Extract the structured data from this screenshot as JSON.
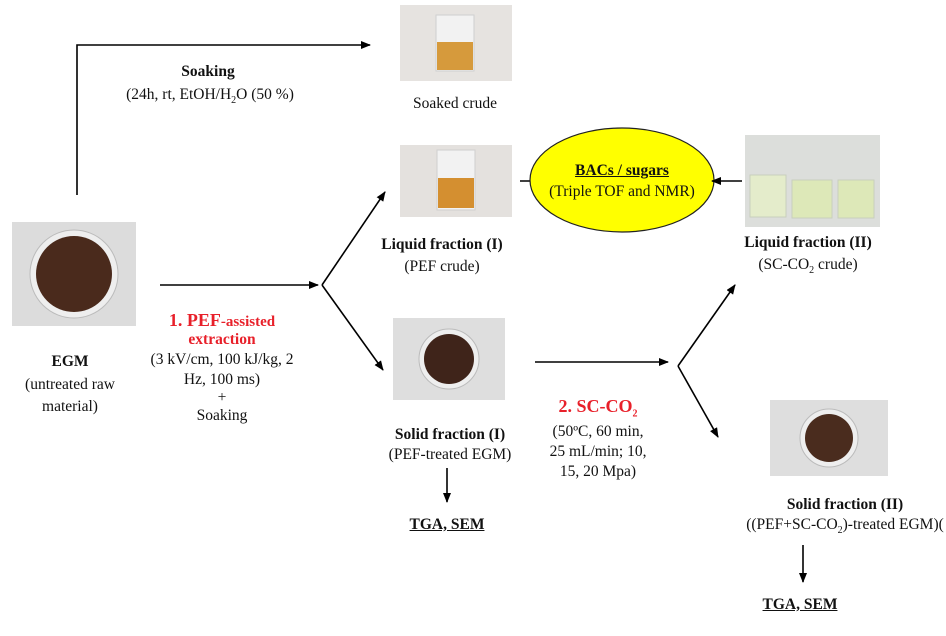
{
  "colors": {
    "ellipse_fill": "#ffff00",
    "highlight": "#e8202a",
    "arrow": "#000000"
  },
  "soaking": {
    "title": "Soaking",
    "conditions_pre": "(24h, rt, EtOH/H",
    "conditions_sub": "2",
    "conditions_post": "O (50 %)"
  },
  "soaked_crude": {
    "label": "Soaked crude"
  },
  "egm": {
    "title": "EGM",
    "line1": "(untreated raw",
    "line2": "material)"
  },
  "pef": {
    "title_num": "1. PEF",
    "title_rest": "-assisted",
    "title2": "extraction",
    "line1": "(3 kV/cm, 100 kJ/kg, 2",
    "line2": "Hz, 100 ms)",
    "plus": "+",
    "line3": "Soaking"
  },
  "liquid1": {
    "title": "Liquid fraction (I)",
    "subtitle": "(PEF crude)"
  },
  "bacs": {
    "title": "BACs / sugars",
    "subtitle": "(Triple TOF and NMR)"
  },
  "liquid2": {
    "title": "Liquid fraction (II)",
    "sub_pre": "(SC-CO",
    "sub_sub": "2",
    "sub_post": " crude)"
  },
  "solid1": {
    "title": "Solid fraction (I)",
    "subtitle": "(PEF-treated EGM)",
    "analysis": "TGA, SEM"
  },
  "scco2": {
    "title": "2. SC-CO",
    "title_sub": "2",
    "line1": "(50ºC, 60 min,",
    "line2": "25 mL/min; 10,",
    "line3": "15, 20 Mpa)"
  },
  "solid2": {
    "title": "Solid fraction (II)",
    "sub_pre": "((PEF+SC-CO",
    "sub_sub": "2",
    "sub_post": ")-treated EGM)(",
    "analysis": "TGA, SEM"
  }
}
